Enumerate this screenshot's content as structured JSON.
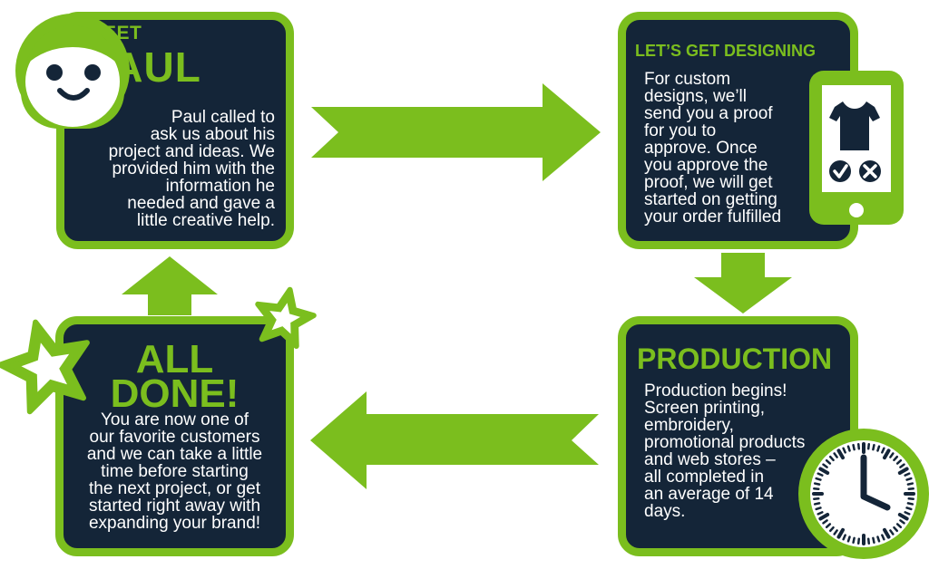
{
  "colors": {
    "green": "#7bbe1e",
    "navy": "#142538",
    "white": "#ffffff"
  },
  "steps": {
    "meet": {
      "kicker": "MEET",
      "title": "PAUL",
      "lines": [
        "Paul called to",
        "ask us about his",
        "project and ideas. We",
        "provided him with the",
        "information he",
        "needed and gave a",
        "little creative help."
      ]
    },
    "design": {
      "title": "LET’S GET DESIGNING",
      "lines": [
        "For custom",
        "designs, we’ll",
        "send you a proof",
        "for you to",
        "approve. Once",
        "you approve the",
        "proof, we will get",
        "started on getting",
        "your order fulfilled"
      ]
    },
    "production": {
      "title": "PRODUCTION",
      "lines": [
        "Production begins!",
        "Screen printing,",
        "embroidery,",
        "promotional products",
        "and web stores –",
        "all completed in",
        "an average of 14",
        "days."
      ]
    },
    "done": {
      "title_line1": "ALL",
      "title_line2": "DONE!",
      "lines": [
        "You are now one of",
        "our favorite customers",
        "and we can take a little",
        "time before starting",
        "the next project, or get",
        "started right away with",
        "expanding your brand!"
      ]
    }
  },
  "icons": [
    "boy-face-icon",
    "phone-icon",
    "tshirt-icon",
    "check-icon",
    "close-icon",
    "clock-icon",
    "star-icon"
  ]
}
